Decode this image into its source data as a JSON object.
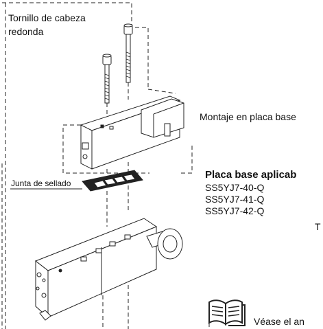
{
  "labels": {
    "screw": "Tornillo de cabeza redonda",
    "screw_line1": "Tornillo de cabeza",
    "screw_line2": "redonda",
    "mounting": "Montaje en placa base",
    "gasket": "Junta de sellado",
    "applicable_base_title": "Placa base aplicab",
    "base_models": [
      "SS5YJ7-40-Q",
      "SS5YJ7-41-Q",
      "SS5YJ7-42-Q"
    ],
    "partial_t": "T",
    "see_manual": "Véase el an"
  },
  "icons": {
    "manual": "open-book-icon"
  }
}
